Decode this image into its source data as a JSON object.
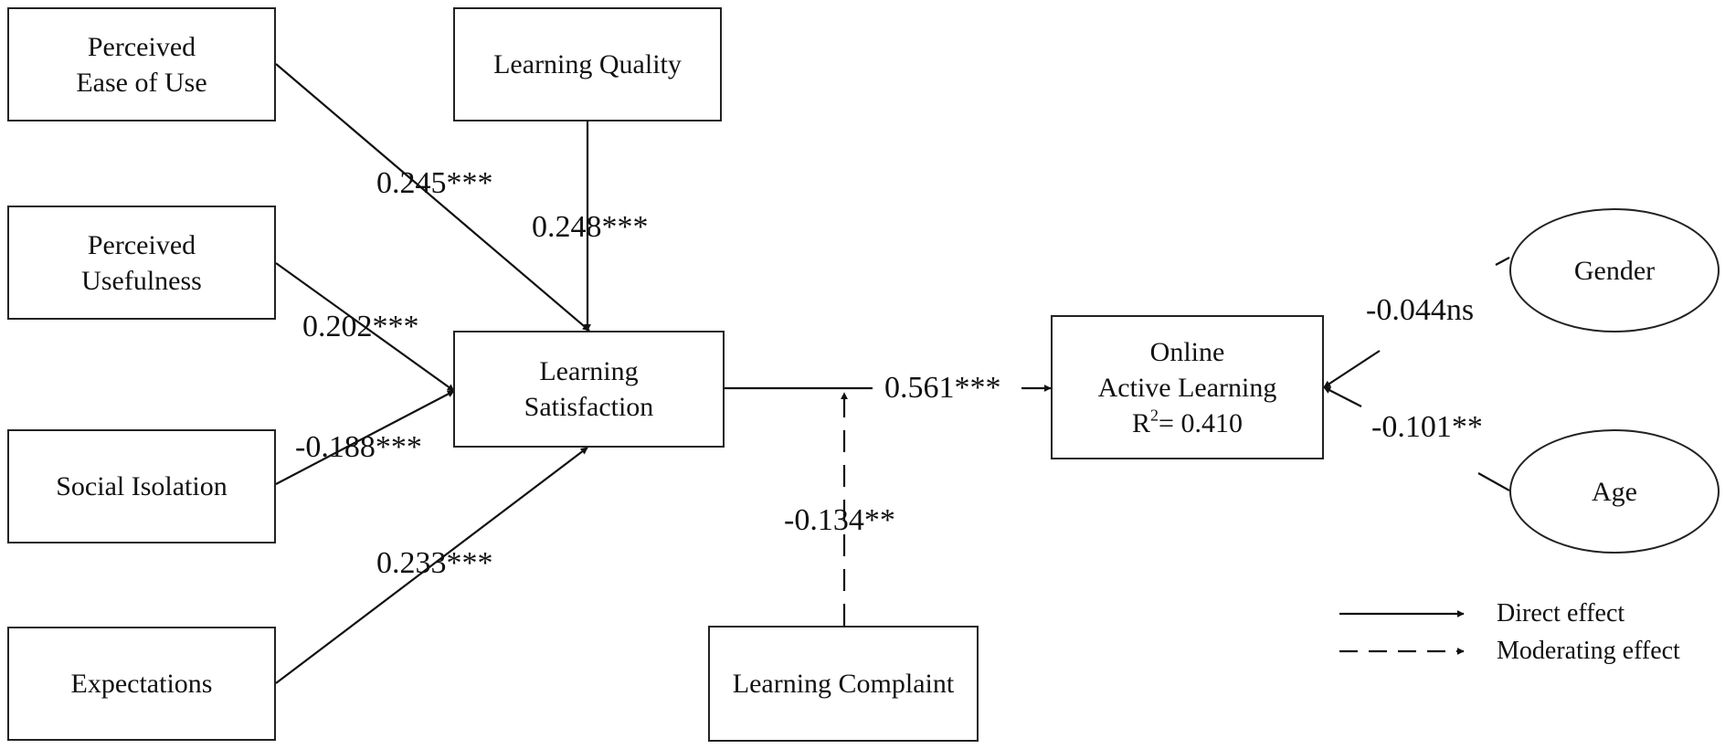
{
  "constructs": {
    "peou_line1": "Perceived",
    "peou_line2": "Ease of Use",
    "quality": "Learning Quality",
    "pu_line1": "Perceived",
    "pu_line2": "Usefulness",
    "isolation": "Social Isolation",
    "expectations": "Expectations",
    "satisfaction_line1": "Learning",
    "satisfaction_line2": "Satisfaction",
    "complaint": "Learning Complaint",
    "active_line1": "Online",
    "active_line2": "Active Learning",
    "r2_label": "R",
    "r2_sup": "2",
    "r2_value": "= 0.410"
  },
  "controls": {
    "gender": "Gender",
    "age": "Age"
  },
  "paths": {
    "peou": "0.245***",
    "quality": "0.248***",
    "pu": "0.202***",
    "isolation": "-0.188***",
    "expectations": "0.233***",
    "satisfaction": "0.561***",
    "moderation": "-0.134**",
    "gender": "-0.044ns",
    "age": "-0.101**"
  },
  "legend": {
    "direct": "Direct effect",
    "moderating": "Moderating effect"
  }
}
